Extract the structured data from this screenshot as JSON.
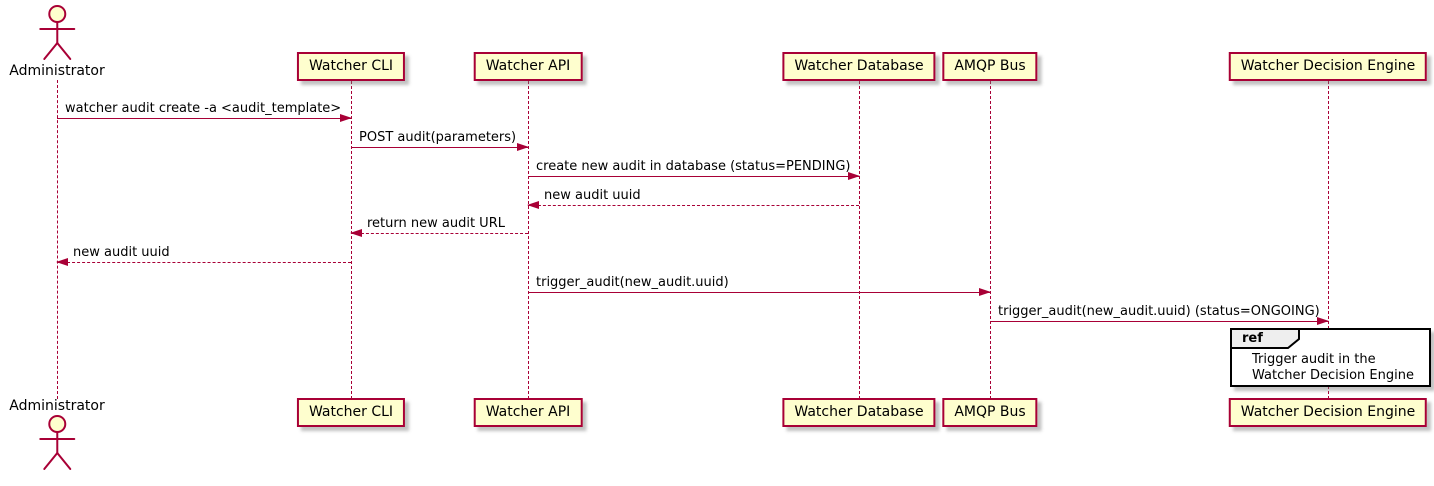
{
  "diagram_type": "sequence-diagram",
  "actor": {
    "label": "Administrator"
  },
  "participants": [
    {
      "label": "Watcher CLI"
    },
    {
      "label": "Watcher API"
    },
    {
      "label": "Watcher Database"
    },
    {
      "label": "AMQP Bus"
    },
    {
      "label": "Watcher Decision Engine"
    }
  ],
  "messages": [
    {
      "from": "Administrator",
      "to": "Watcher CLI",
      "label": "watcher audit create -a <audit_template>",
      "line": "solid",
      "direction": "right"
    },
    {
      "from": "Watcher CLI",
      "to": "Watcher API",
      "label": "POST audit(parameters)",
      "line": "solid",
      "direction": "right"
    },
    {
      "from": "Watcher API",
      "to": "Watcher Database",
      "label": "create new audit in database (status=PENDING)",
      "line": "solid",
      "direction": "right"
    },
    {
      "from": "Watcher Database",
      "to": "Watcher API",
      "label": "new audit uuid",
      "line": "dashed",
      "direction": "left"
    },
    {
      "from": "Watcher API",
      "to": "Watcher CLI",
      "label": "return new audit URL",
      "line": "dashed",
      "direction": "left"
    },
    {
      "from": "Watcher CLI",
      "to": "Administrator",
      "label": "new audit uuid",
      "line": "dashed",
      "direction": "left"
    },
    {
      "from": "Watcher API",
      "to": "AMQP Bus",
      "label": "trigger_audit(new_audit.uuid)",
      "line": "solid",
      "direction": "right"
    },
    {
      "from": "AMQP Bus",
      "to": "Watcher Decision Engine",
      "label": "trigger_audit(new_audit.uuid) (status=ONGOING)",
      "line": "solid",
      "direction": "right"
    }
  ],
  "ref_fragment": {
    "keyword": "ref",
    "over": "Watcher Decision Engine",
    "line1": "Trigger audit in the",
    "line2": "Watcher Decision Engine"
  },
  "colors": {
    "stroke": "#A80036",
    "participant_fill": "#FEFECE",
    "text": "#000000",
    "ref_border": "#000000",
    "ref_header_fill": "#EEEEEE",
    "background": "#FFFFFF"
  }
}
